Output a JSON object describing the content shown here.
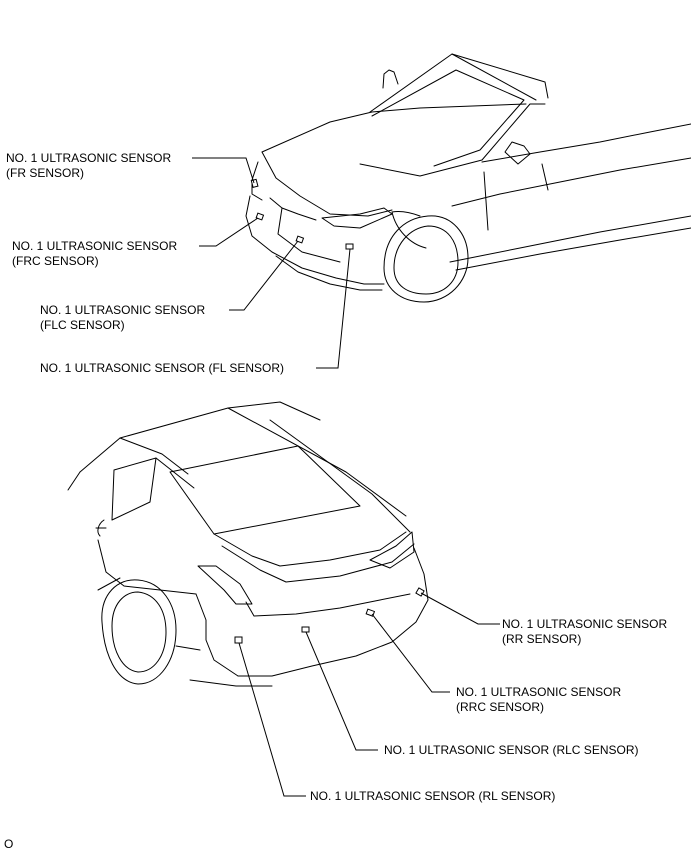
{
  "figure": {
    "front_view": {
      "labels": {
        "fr_l1": "NO. 1 ULTRASONIC SENSOR",
        "fr_l2": "(FR SENSOR)",
        "frc_l1": "NO. 1 ULTRASONIC SENSOR",
        "frc_l2": "(FRC SENSOR)",
        "flc_l1": "NO. 1 ULTRASONIC SENSOR",
        "flc_l2": "(FLC SENSOR)",
        "fl": "NO. 1 ULTRASONIC SENSOR (FL SENSOR)"
      }
    },
    "rear_view": {
      "labels": {
        "rr_l1": "NO. 1 ULTRASONIC SENSOR",
        "rr_l2": "(RR SENSOR)",
        "rrc_l1": "NO. 1 ULTRASONIC SENSOR",
        "rrc_l2": "(RRC SENSOR)",
        "rlc": "NO. 1 ULTRASONIC SENSOR (RLC SENSOR)",
        "rl": "NO. 1 ULTRASONIC SENSOR (RL SENSOR)"
      }
    },
    "figure_code": "O"
  }
}
